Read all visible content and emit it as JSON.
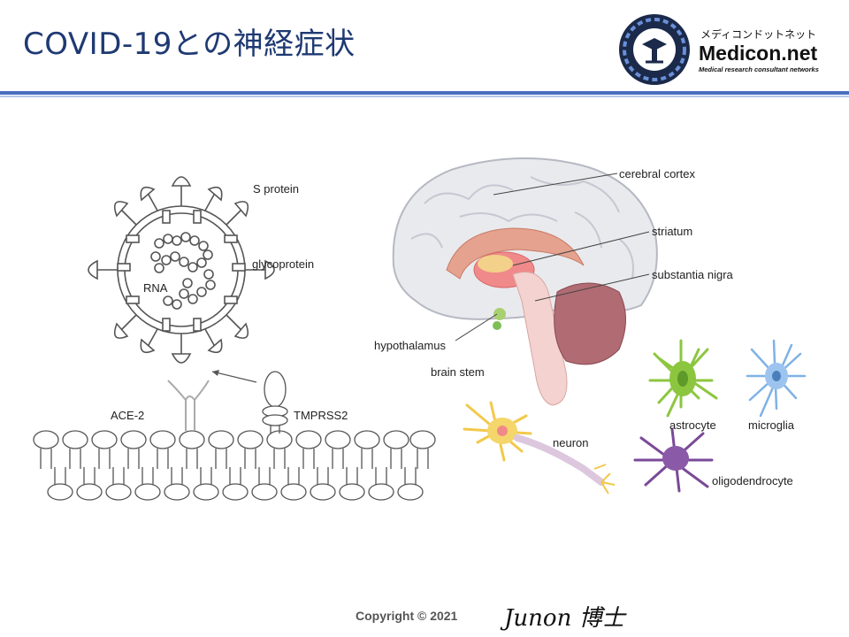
{
  "slide": {
    "title": "COVID-19との神経症状"
  },
  "logo": {
    "japanese": "メディコンドットネット",
    "name": "Medicon.net",
    "tagline": "Medical research consultant networks"
  },
  "virus_diagram": {
    "labels": {
      "s_protein": "S protein",
      "glycoprotein": "glycoprotein",
      "rna": "RNA",
      "ace2": "ACE-2",
      "tmprss2": "TMPRSS2"
    }
  },
  "brain_diagram": {
    "labels": {
      "cerebral_cortex": "cerebral cortex",
      "striatum": "striatum",
      "substantia_nigra": "substantia nigra",
      "hypothalamus": "hypothalamus",
      "brain_stem": "brain stem"
    }
  },
  "cells": {
    "neuron": "neuron",
    "astrocyte": "astrocyte",
    "microglia": "microglia",
    "oligodendrocyte": "oligodendrocyte"
  },
  "colors": {
    "title": "#1f3a73",
    "rule": "#4a6fc0",
    "astrocyte": "#8cc63f",
    "microglia": "#7fb2e5",
    "oligodendrocyte": "#8a5aa8",
    "neuron": "#f2c94c"
  },
  "footer": {
    "copyright": "Copyright © 2021",
    "signature": "Junon 博士"
  }
}
